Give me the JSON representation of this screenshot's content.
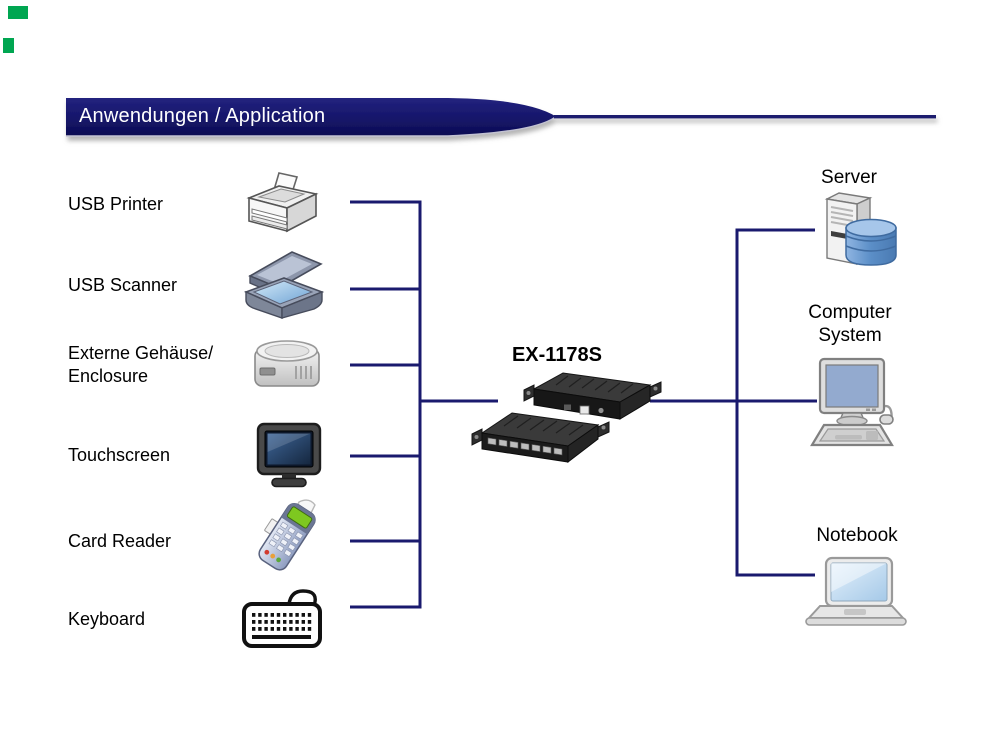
{
  "header": {
    "title": "Anwendungen / Application"
  },
  "hub": {
    "label": "EX-1178S"
  },
  "left_devices": [
    {
      "label": "USB Printer",
      "icon": "printer-icon"
    },
    {
      "label": "USB Scanner",
      "icon": "scanner-icon"
    },
    {
      "line1": "Externe Gehäuse/",
      "line2": "Enclosure",
      "icon": "hdd-enclosure-icon"
    },
    {
      "label": "Touchscreen",
      "icon": "touchscreen-icon"
    },
    {
      "label": "Card Reader",
      "icon": "card-reader-icon"
    },
    {
      "label": "Keyboard",
      "icon": "keyboard-icon"
    }
  ],
  "right_devices": [
    {
      "label": "Server",
      "icon": "server-icon"
    },
    {
      "line1": "Computer",
      "line2": "System",
      "icon": "computer-system-icon"
    },
    {
      "label": "Notebook",
      "icon": "notebook-icon"
    }
  ],
  "colors": {
    "banner": "#16166B",
    "banner_text": "#FFFFFF",
    "connector": "#1A1A6E",
    "accent_green": "#00A651",
    "label_text": "#000000"
  }
}
